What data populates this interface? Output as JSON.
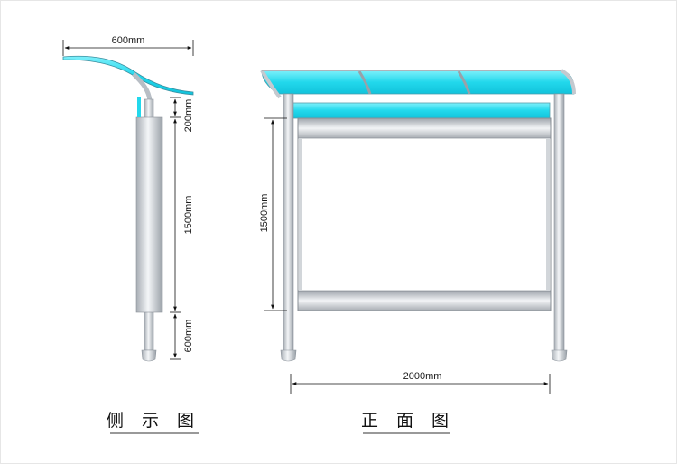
{
  "side_view": {
    "caption": "侧 示 图",
    "dims": {
      "canopy_width": "600mm",
      "top_gap": "200mm",
      "panel_height": "1500mm",
      "bottom_gap": "600mm"
    }
  },
  "front_view": {
    "caption": "正 面 图",
    "dims": {
      "panel_height": "1500mm",
      "total_width": "2000mm"
    }
  },
  "colors": {
    "canopy": "#22d8ec",
    "frame": "#c9cdd2",
    "line": "#111111"
  }
}
